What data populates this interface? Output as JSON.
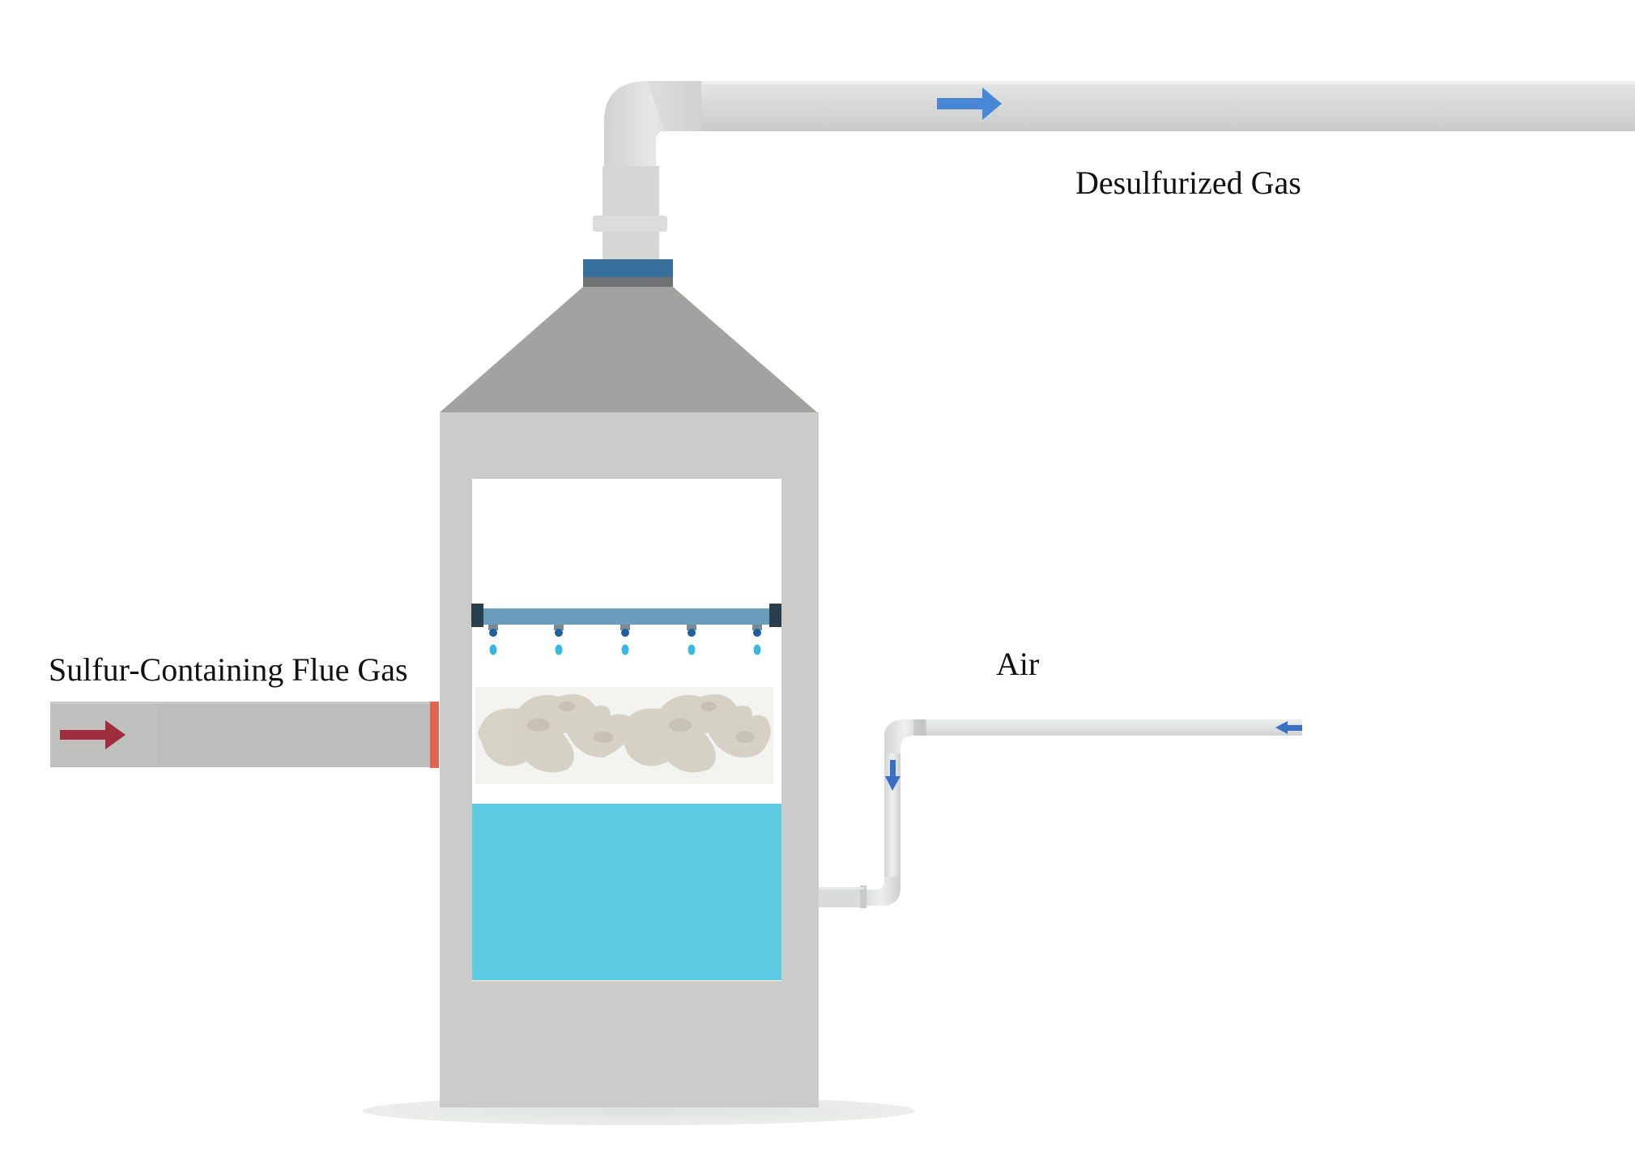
{
  "labels": {
    "desulfurized_gas": "Desulfurized Gas",
    "flue_gas": "Sulfur-Containing Flue Gas",
    "air": "Air"
  },
  "colors": {
    "tower_body": "#cbccca",
    "tower_roof": "#a1a3a1",
    "pipe": "#d9dcdb",
    "pipe_shade": "#c3c7c6",
    "inlet_duct": "#c0c1bf",
    "flange_orange": "#e0654f",
    "outlet_flange_blue": "#366e9c",
    "outlet_flange_gray": "#6f7272",
    "spray_header": "#6a9dbd",
    "spray_cap": "#2a3e4c",
    "liquid": "#5ecbe5",
    "droplet": "#3ab6e2",
    "packing": "#d4d0c3",
    "arrow_blue": "#4a86d6",
    "arrow_red": "#a02d3d",
    "ground_shadow": "#e3e5e3"
  },
  "icons": {
    "outlet_flow": "arrow-right-icon",
    "inlet_flow": "arrow-right-icon",
    "air_flow_in": "arrow-left-icon",
    "air_flow_down": "arrow-down-icon"
  }
}
